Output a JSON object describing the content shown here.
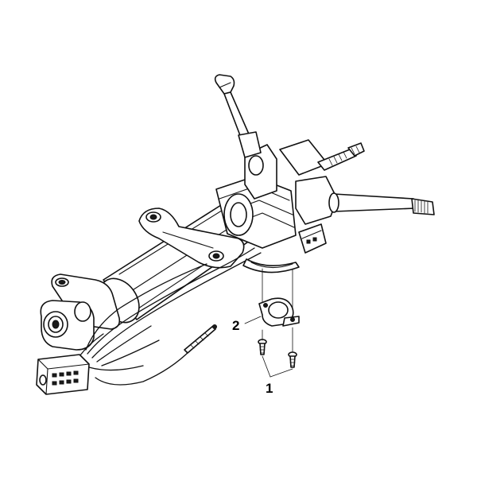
{
  "callouts": [
    {
      "number": "1",
      "part": "screws"
    },
    {
      "number": "2",
      "part": "bracket"
    }
  ]
}
